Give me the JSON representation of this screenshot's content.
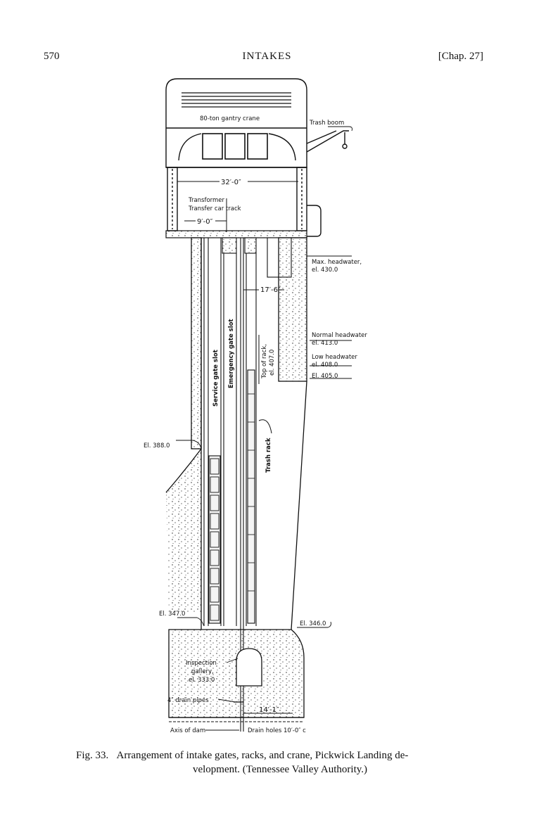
{
  "header": {
    "page_number": "570",
    "title": "INTAKES",
    "chapter": "[Chap. 27]"
  },
  "figure": {
    "labels": {
      "crane": "80-ton gantry crane",
      "trash_boom": "Trash boom",
      "dim_32": "32′-0″",
      "transformer": "Transformer",
      "transfer_car_track": "Transfer car track",
      "dim_9": "9′-0″",
      "max_headwater_1": "Max. headwater,",
      "max_headwater_2": "el. 430.0",
      "dim_17": "17′-6″",
      "normal_headwater_1": "Normal headwater",
      "normal_headwater_2": "el. 413.0",
      "low_headwater_1": "Low headwater",
      "low_headwater_2": "el. 408.0",
      "el_405": "El. 405.0",
      "top_of_rack_1": "Top of rack,",
      "top_of_rack_2": "el. 407.0",
      "emergency_gate_slot": "Emergency gate slot",
      "service_gate_slot": "Service gate slot",
      "trash_rack": "Trash rack",
      "el_388": "El. 388.0",
      "el_347": "El. 347.0",
      "el_346": "El. 346.0",
      "inspection_1": "Inspection",
      "inspection_2": "gallery,",
      "inspection_3": "el. 333.0",
      "drain_pipes": "4″ drain pipes",
      "dim_14": "14′-1″",
      "axis_of_dam": "Axis of dam",
      "drain_holes": "Drain holes 10′-0″ c"
    }
  },
  "caption": {
    "prefix": "Fig. 33.",
    "text_line1": "Arrangement of intake gates, racks, and crane, Pickwick Landing de-",
    "text_line2": "velopment. (Tennessee Valley Authority.)"
  }
}
